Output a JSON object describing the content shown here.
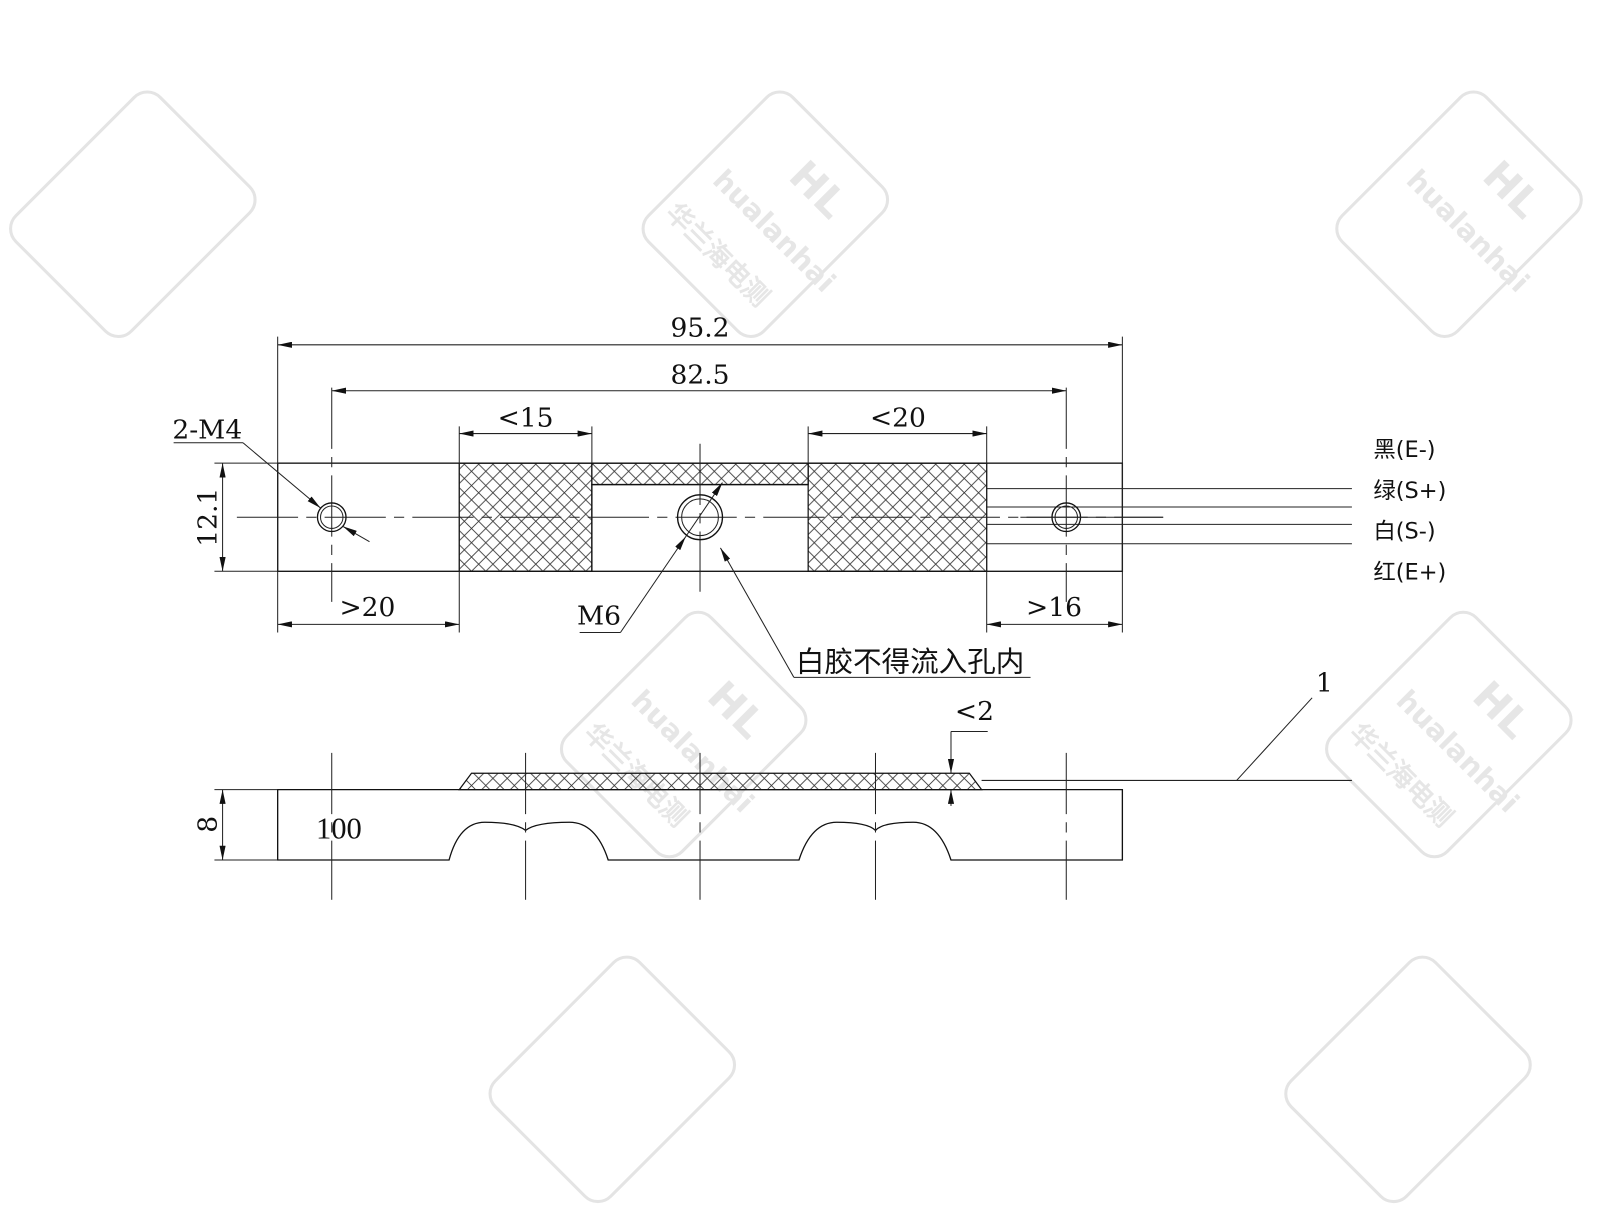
{
  "watermark": {
    "brand": "hualanhai",
    "cn": "华兰海电测",
    "logo": "HL"
  },
  "top_view": {
    "dim_overall": "95.2",
    "dim_holes": "82.5",
    "dim_left_glue": "<15",
    "dim_right_glue": "<20",
    "dim_height": "12.1",
    "dim_left_end": ">20",
    "dim_right_end": ">16",
    "hole_small_label": "2-M4",
    "hole_center_label": "M6",
    "note": "白胶不得流入孔内",
    "wires": [
      "黑(E-)",
      "绿(S+)",
      "白(S-)",
      "红(E+)"
    ]
  },
  "side_view": {
    "dim_thickness": "8",
    "capacity_label": "100",
    "dim_glue_thickness": "<2",
    "callout": "1"
  }
}
